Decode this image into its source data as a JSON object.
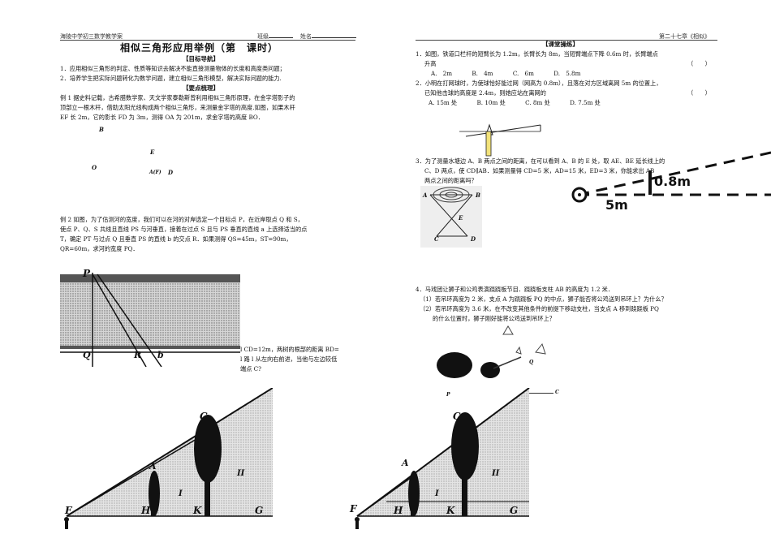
{
  "header": {
    "school": "海陵中学初三数学教学案",
    "class_label": "班级",
    "name_label": "姓名",
    "chapter": "第二十七章《相似》"
  },
  "left": {
    "title": "相似三角形应用举例（第　课时）",
    "sec_goal": "【目标导航】",
    "goal1": "1．应用相似三角形的判定、性质等知识去解决不能直接测量物体的长度和高度类问题；",
    "goal2": "2．培养学生把实际问题转化为数学问题，建立相似三角形模型，解决实际问题的能力.",
    "sec_points": "【要点梳理】",
    "ex1_line1": "例 1 据史料记载，古希腊数学家、天文学家泰勒斯曾利用相似三角形原理，在金字塔影子的",
    "ex1_line2": "顶部立一根木杆，借助太阳光线构成两个相似三角形，来测量金字塔的高度.如图，如果木杆",
    "ex1_line3": "EF 长 2m，它的影长 FD 为 3m，测得 OA 为 201m，求金字塔的高度 BO．",
    "fig1": {
      "B": "B",
      "E": "E",
      "O": "O",
      "AF": "A(F)",
      "D": "D"
    },
    "ex2_line1": "例 2 如图，为了估测河的宽度，我们可以在河的对岸选定一个目标点 P，在近岸取点 Q 和 S，",
    "ex2_line2": "使点 P、Q、S 共线且直线 PS 与河垂直，接着在过点 S 且与 PS 垂直的直线 a 上选择适当的点",
    "ex2_line3": "T，确定 PT 与过点 Q 且垂直 PS 的直线 b 的交点 R．如果测得 QS=45m，ST=90m，",
    "ex2_line4": "QR=60m，求河的宽度 PQ．",
    "fig2": {
      "P": "P",
      "Q": "Q",
      "R": "R",
      "b": "b"
    },
    "ex3_line1": "l CD=12m，两树的根部的距离 BD=",
    "ex3_line2": "l 路 l 从左向右前进，当他与左边较低",
    "ex3_line3": "端点 C?",
    "fig3": {
      "C": "C",
      "A": "A",
      "F": "F",
      "H": "H",
      "K": "K",
      "G": "G",
      "I": "I",
      "II": "II"
    }
  },
  "right": {
    "sec_practice": "【课堂操练】",
    "q1_line1": "1．如图，铁道口栏杆的短臂长为 1.2m，长臂长为 8m，当短臂端点下降 0.6m 时，长臂端点",
    "q1_line2": "升高",
    "q1_paren": "（　　）",
    "q1_opts": [
      "A.　2m",
      "B.　4m",
      "C.　6m",
      "D.　5.8m"
    ],
    "q2_line1": "2．小明在打网球时，为使球恰好能过网（网高为 0.8m），且落在对方区域离网 5m 的位置上，",
    "q2_line2": "已知他击球的高度是 2.4m，则她应站在离网的",
    "q2_paren": "（　　）",
    "q2_opts": [
      "A. 15m 处",
      "B. 10m 处",
      "C. 8m 处",
      "D. 7.5m 处"
    ],
    "q2_fig": {
      "h": "0.8m",
      "d": "5m"
    },
    "q3_line1": "3．为了测量水塘边 A、B 两点之间的距离，在可以看到 A、B 的 E 处，取 AE、BE 延长线上的",
    "q3_line2": "C、D 两点，使 CD∥AB．如果测量得 CD=5 米，AD=15 米，ED=3 米，你能求出 AB",
    "q3_line3": "两点之间的距离吗？",
    "q3_fig": {
      "A": "A",
      "B": "B",
      "E": "E",
      "C": "C",
      "D": "D"
    },
    "q4_line1": "4．马戏团让狮子和公鸡表演跷跷板节目．跷跷板支柱 AB 的高度为 1.2 米．",
    "q4_line2": "（1）若吊环高度为 2 米，支点 A 为跷跷板 PQ 的中点，狮子能否将公鸡送到吊环上？为什么？",
    "q4_line3": "（2）若吊环高度为 3.6 米，在不改变其他条件的前提下移动支柱，当支点 A 移到跷跷板 PQ",
    "q4_line4": "的什么位置时，狮子刚好能将公鸡送到吊环上？",
    "q4_fig": {
      "Q": "Q",
      "P": "P",
      "C": "C"
    },
    "fig5": {
      "C": "C",
      "A": "A",
      "F": "F",
      "H": "H",
      "K": "K",
      "G": "G",
      "I": "I",
      "II": "II"
    }
  }
}
